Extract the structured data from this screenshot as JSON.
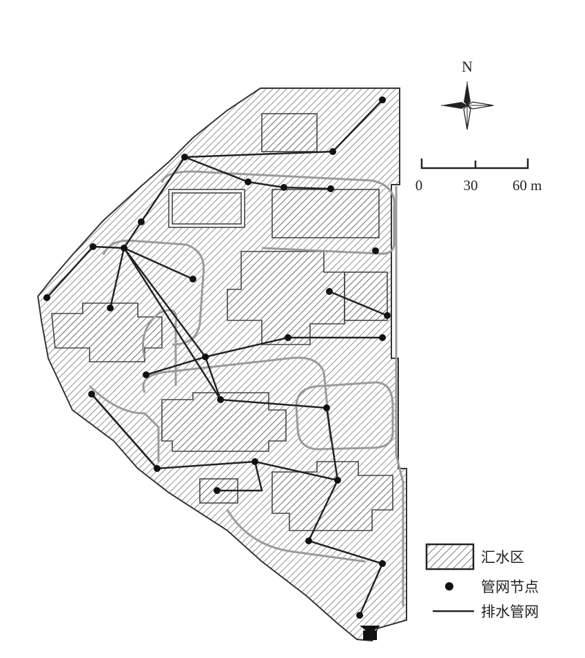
{
  "compass": {
    "north_label": "N"
  },
  "scale_bar": {
    "labels": [
      "0",
      "30",
      "60 m"
    ]
  },
  "legend": {
    "catchment_label": "汇水区",
    "node_label": "管网节点",
    "pipe_label": "排水管网"
  },
  "colors": {
    "ink": "#222222",
    "hatch": "#555555",
    "road": "#9a9a9a",
    "background": "#ffffff"
  }
}
